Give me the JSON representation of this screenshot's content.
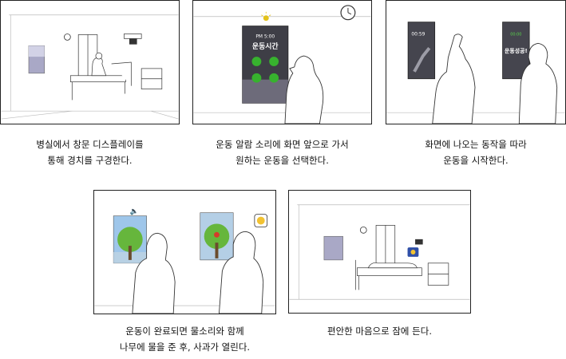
{
  "scenes": [
    {
      "caption": "병실에서 창문 디스플레이를\n통해 경치를 구경한다."
    },
    {
      "caption": "운동 알람 소리에 화면 앞으로 가서\n원하는 운동을 선택한다.",
      "screen": {
        "time": "PM 5:00",
        "title": "운동시간"
      }
    },
    {
      "caption": "화면에 나오는 동작을 따라\n운동을 시작한다.",
      "screen_left": {
        "timer": "00:59"
      },
      "screen_right": {
        "timer": "00:00",
        "message": "운동성공!"
      }
    },
    {
      "caption": "운동이 완료되면 물소리와 함께\n나무에 물을 준 후, 사과가 열린다."
    },
    {
      "caption": "편안한 마음으로 잠에 든다."
    }
  ]
}
